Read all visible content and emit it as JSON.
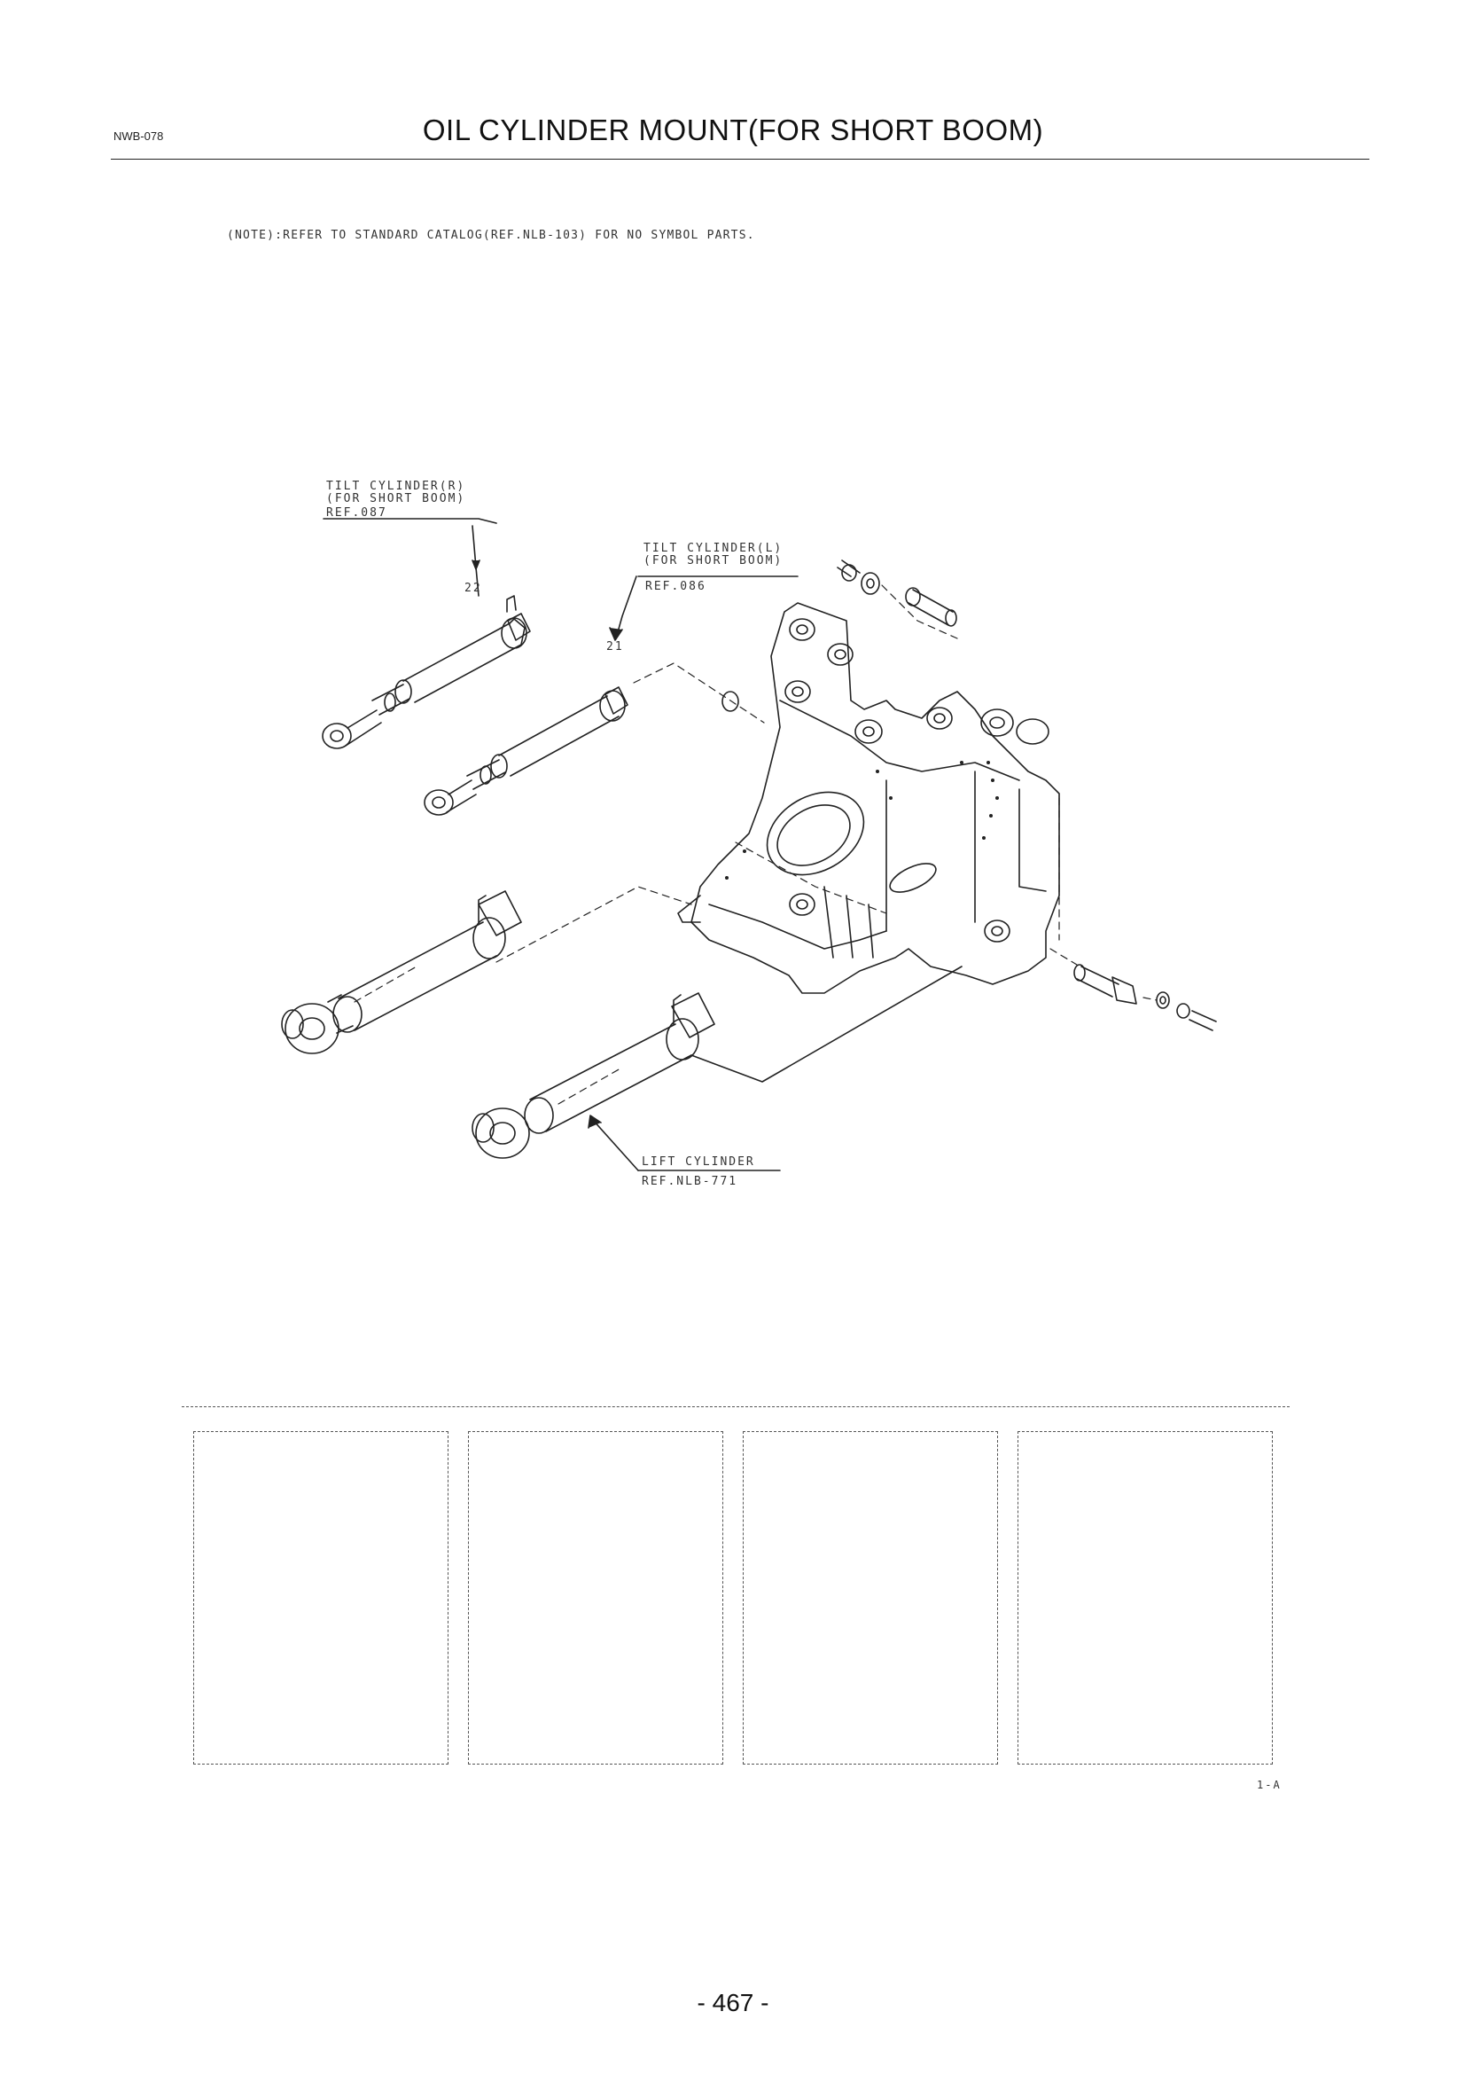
{
  "header": {
    "code": "NWB-078",
    "title": "OIL CYLINDER MOUNT(FOR SHORT BOOM)"
  },
  "note": "(NOTE):REFER TO STANDARD CATALOG(REF.NLB-103) FOR NO SYMBOL PARTS.",
  "callouts": {
    "tilt_r": {
      "line1": "TILT CYLINDER(R)",
      "line2": "(FOR SHORT BOOM)",
      "ref": "REF.087",
      "item": "22"
    },
    "tilt_l": {
      "line1": "TILT CYLINDER(L)",
      "line2": "(FOR SHORT BOOM)",
      "ref": "REF.086",
      "item": "21"
    },
    "lift": {
      "line1": "LIFT CYLINDER",
      "ref": "REF.NLB-771"
    }
  },
  "revision": "1-A",
  "footer": {
    "page_number": "- 467 -"
  }
}
